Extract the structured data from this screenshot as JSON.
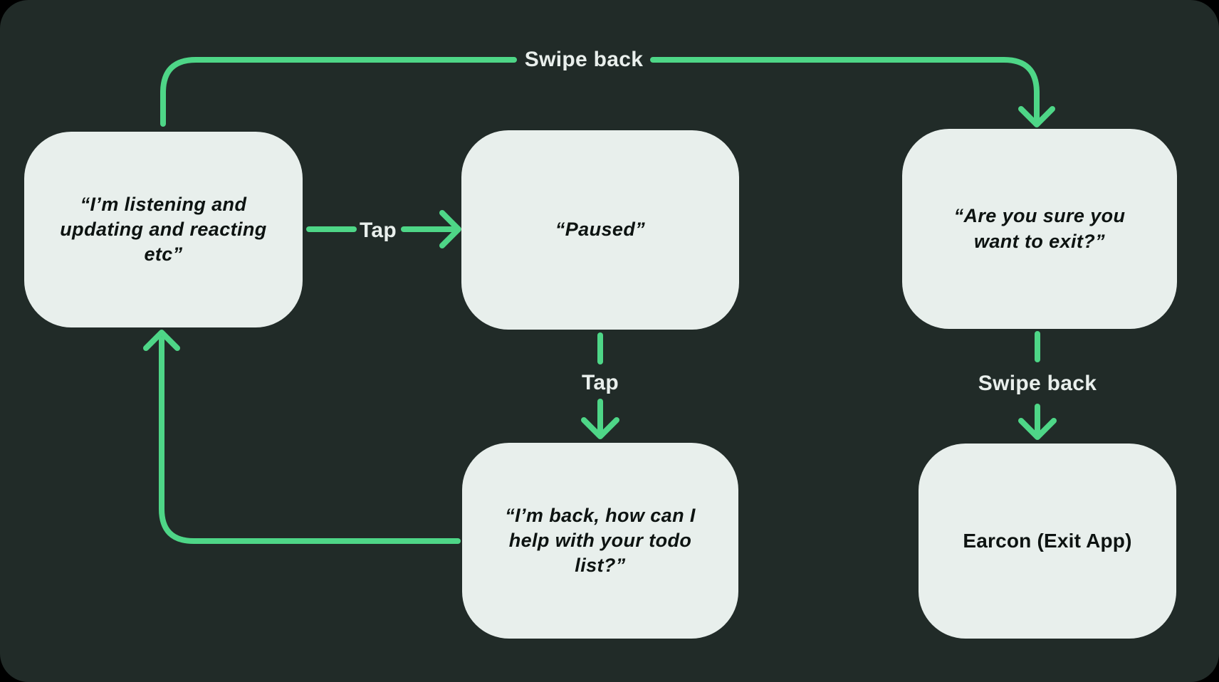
{
  "colors": {
    "accent_green": "#4ED687",
    "canvas_background": "#212B28",
    "outer_background": "#000000",
    "node_fill": "#E8EFEC",
    "node_text": "#0D1311",
    "label_text": "#E9EFEC"
  },
  "nodes": {
    "listening": {
      "lines": [
        "“I’m listening and",
        "updating and reacting",
        "etc”"
      ]
    },
    "paused": {
      "lines": [
        "“Paused”"
      ]
    },
    "exit_confirm": {
      "lines": [
        "“Are you sure you",
        "want to exit?”"
      ]
    },
    "back": {
      "lines": [
        "“I’m back, how can I",
        "help with your todo",
        "list?”"
      ]
    },
    "earcon": {
      "lines": [
        "Earcon (Exit App)"
      ]
    }
  },
  "labels": {
    "swipe_back_top": "Swipe back",
    "tap_right": "Tap",
    "tap_down": "Tap",
    "swipe_back_down": "Swipe back"
  }
}
